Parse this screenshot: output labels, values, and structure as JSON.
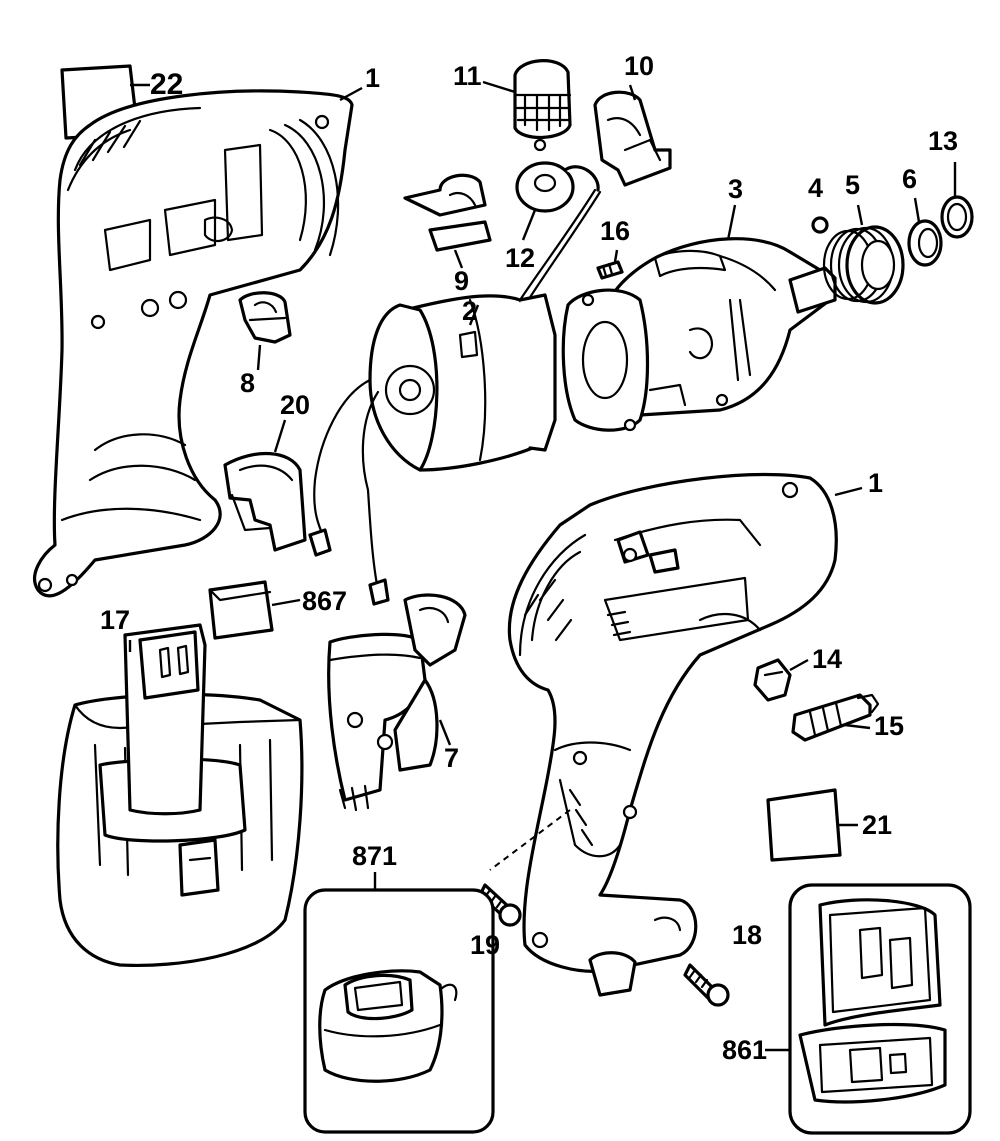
{
  "callouts": [
    {
      "id": "22",
      "text": "22"
    },
    {
      "id": "1a",
      "text": "1"
    },
    {
      "id": "11",
      "text": "11"
    },
    {
      "id": "10",
      "text": "10"
    },
    {
      "id": "13",
      "text": "13"
    },
    {
      "id": "4",
      "text": "4"
    },
    {
      "id": "5",
      "text": "5"
    },
    {
      "id": "6",
      "text": "6"
    },
    {
      "id": "3",
      "text": "3"
    },
    {
      "id": "16",
      "text": "16"
    },
    {
      "id": "9",
      "text": "9"
    },
    {
      "id": "12",
      "text": "12"
    },
    {
      "id": "2",
      "text": "2"
    },
    {
      "id": "8",
      "text": "8"
    },
    {
      "id": "20",
      "text": "20"
    },
    {
      "id": "1b",
      "text": "1"
    },
    {
      "id": "867",
      "text": "867"
    },
    {
      "id": "17",
      "text": "17"
    },
    {
      "id": "14",
      "text": "14"
    },
    {
      "id": "15",
      "text": "15"
    },
    {
      "id": "7",
      "text": "7"
    },
    {
      "id": "21",
      "text": "21"
    },
    {
      "id": "871",
      "text": "871"
    },
    {
      "id": "18",
      "text": "18"
    },
    {
      "id": "19",
      "text": "19"
    },
    {
      "id": "861",
      "text": "861"
    }
  ]
}
